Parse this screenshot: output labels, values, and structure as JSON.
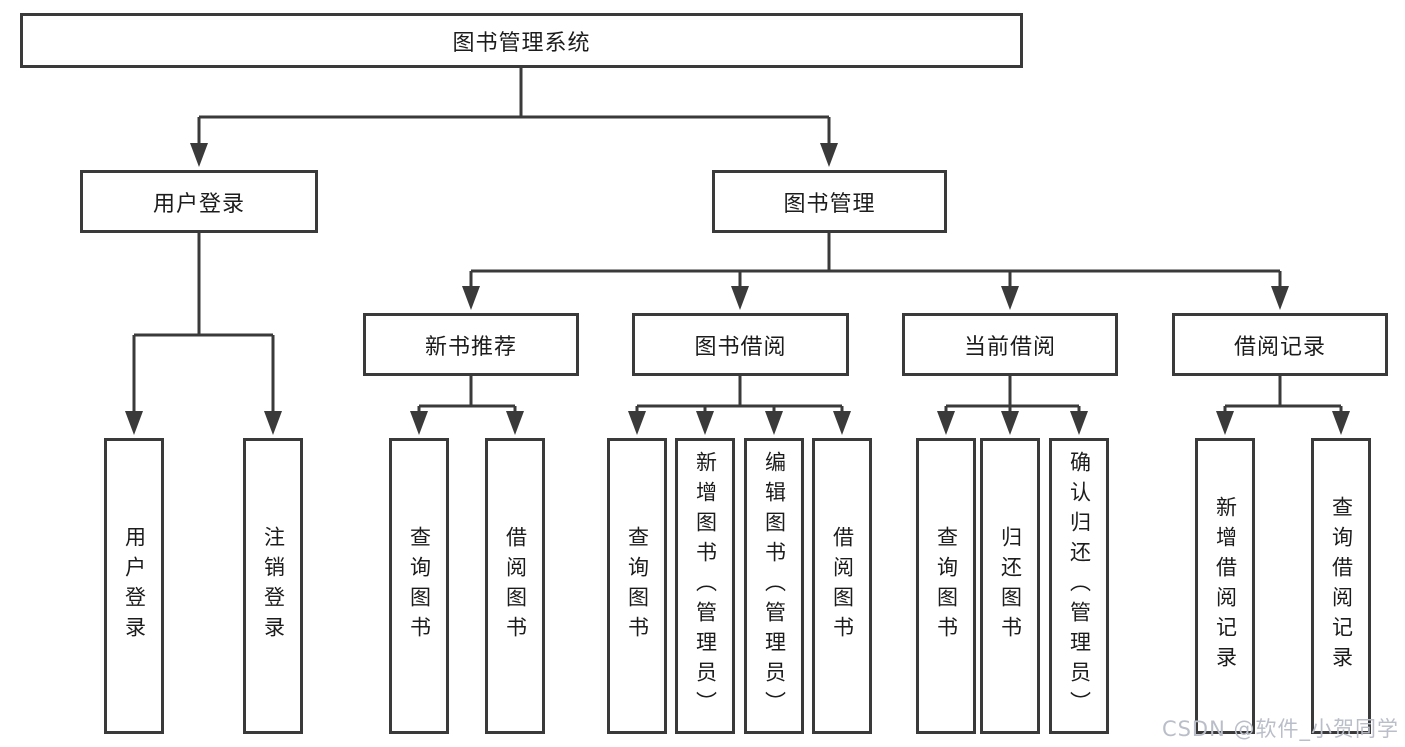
{
  "colors": {
    "line": "#3a3a3a",
    "box_border": "#3a3a3a",
    "text": "#1c1c1c",
    "watermark": "#b9bec9",
    "background": "#ffffff"
  },
  "watermark": {
    "text": "CSDN @软件_小贺同学"
  },
  "tree": {
    "label": "图书管理系统",
    "children": [
      {
        "label": "用户登录",
        "children": [
          {
            "label": "用户登录"
          },
          {
            "label": "注销登录"
          }
        ]
      },
      {
        "label": "图书管理",
        "children": [
          {
            "label": "新书推荐",
            "children": [
              {
                "label": "查询图书"
              },
              {
                "label": "借阅图书"
              }
            ]
          },
          {
            "label": "图书借阅",
            "children": [
              {
                "label": "查询图书"
              },
              {
                "label": "新增图书（管理员）"
              },
              {
                "label": "编辑图书（管理员）"
              },
              {
                "label": "借阅图书"
              }
            ]
          },
          {
            "label": "当前借阅",
            "children": [
              {
                "label": "查询图书"
              },
              {
                "label": "归还图书"
              },
              {
                "label": "确认归还（管理员）"
              }
            ]
          },
          {
            "label": "借阅记录",
            "children": [
              {
                "label": "新增借阅记录"
              },
              {
                "label": "查询借阅记录"
              }
            ]
          }
        ]
      }
    ]
  }
}
